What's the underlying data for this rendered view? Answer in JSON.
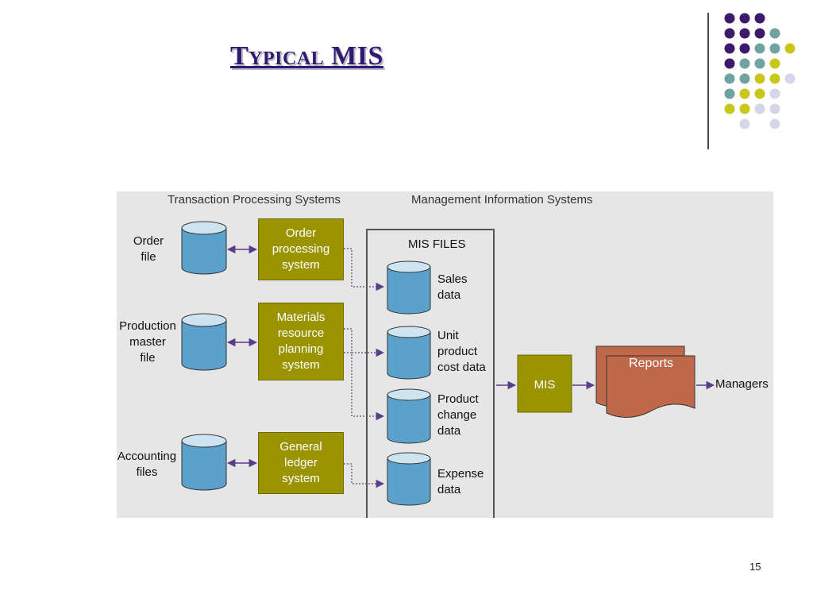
{
  "slide": {
    "title": "Typical MIS",
    "page_number": "15",
    "colors": {
      "title": "#2e1a6e",
      "process_box": "#9a9400",
      "database": "#5aa2cc",
      "reports": "#c0694a",
      "arrow": "#5a3d8a",
      "diagram_bg": "#e6e6e6"
    }
  },
  "diagram": {
    "headers": {
      "tps": "Transaction Processing Systems",
      "mis": "Management Information Systems"
    },
    "source_files": [
      {
        "label": "Order\nfile"
      },
      {
        "label": "Production\nmaster\nfile"
      },
      {
        "label": "Accounting\nfiles"
      }
    ],
    "processes": [
      {
        "label": "Order\nprocessing\nsystem"
      },
      {
        "label": "Materials\nresource\nplanning\nsystem"
      },
      {
        "label": "General\nledger\nsystem"
      }
    ],
    "mis_files": {
      "title": "MIS FILES",
      "items": [
        {
          "label": "Sales\ndata"
        },
        {
          "label": "Unit\nproduct\ncost data"
        },
        {
          "label": "Product\nchange\ndata"
        },
        {
          "label": "Expense\ndata"
        }
      ]
    },
    "mis_label": "MIS",
    "reports_label": "Reports",
    "managers_label": "Managers"
  }
}
